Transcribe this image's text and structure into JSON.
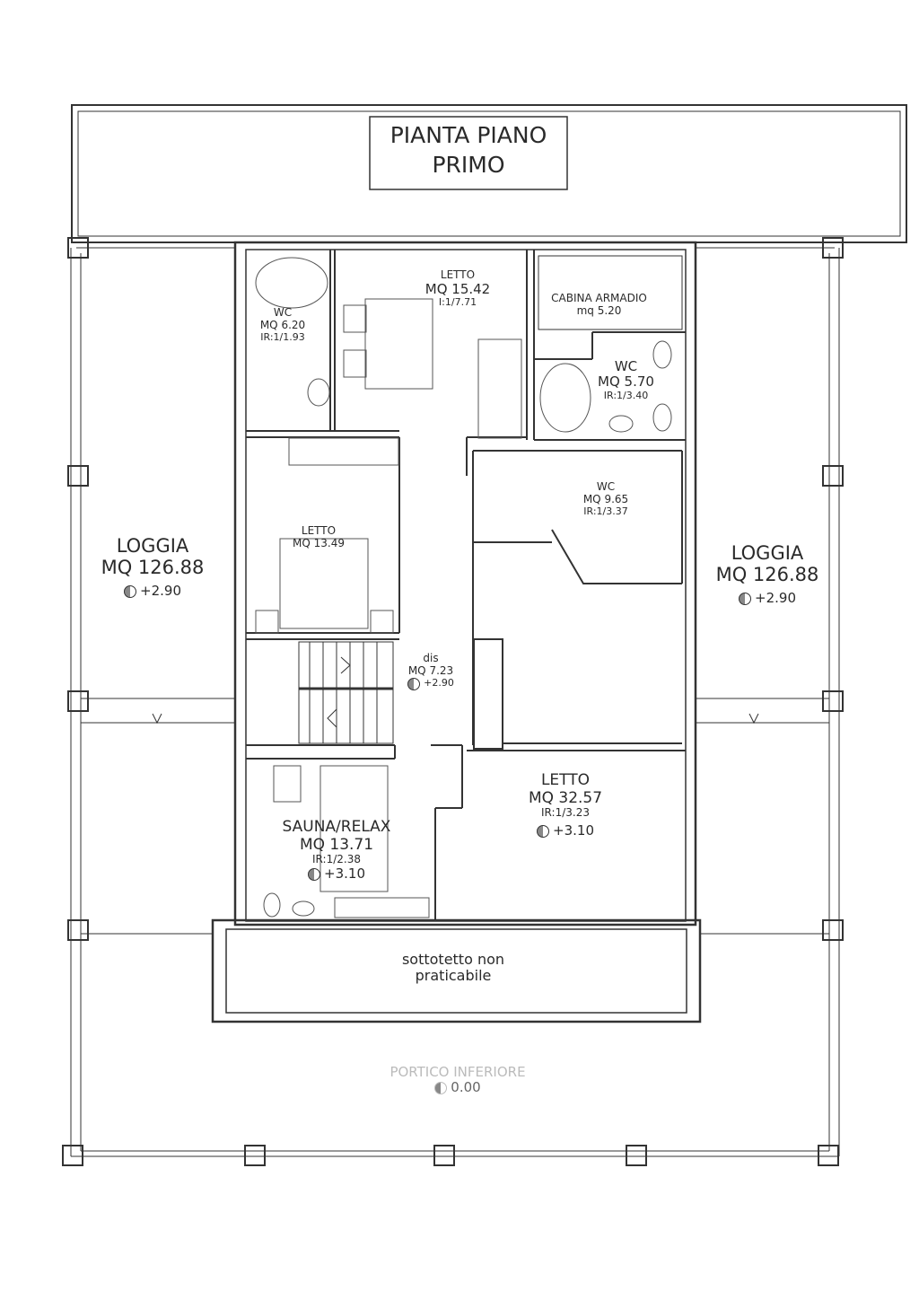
{
  "title": {
    "line1": "PIANTA PIANO",
    "line2": "PRIMO"
  },
  "rooms": [
    {
      "id": "wc1",
      "name": "WC",
      "area": "MQ 6.20",
      "ratio": "IR:1/1.93"
    },
    {
      "id": "letto1",
      "name": "LETTO",
      "area": "MQ 15.42",
      "ratio": "I:1/7.71"
    },
    {
      "id": "cabina",
      "name": "CABINA ARMADIO",
      "area": "mq 5.20"
    },
    {
      "id": "wc2",
      "name": "WC",
      "area": "MQ 5.70",
      "ratio": "IR:1/3.40"
    },
    {
      "id": "wc3",
      "name": "WC",
      "area": "MQ 9.65",
      "ratio": "IR:1/3.37"
    },
    {
      "id": "letto2",
      "name": "LETTO",
      "area": "MQ 13.49"
    },
    {
      "id": "dis",
      "name": "dis",
      "area": "MQ 7.23",
      "level": "+2.90"
    },
    {
      "id": "letto3",
      "name": "LETTO",
      "area": "MQ 32.57",
      "ratio": "IR:1/3.23",
      "level": "+3.10"
    },
    {
      "id": "sauna",
      "name": "SAUNA/RELAX",
      "area": "MQ 13.71",
      "ratio": "IR:1/2.38",
      "level": "+3.10"
    }
  ],
  "loggia_left": {
    "name": "LOGGIA",
    "area": "MQ 126.88",
    "level": "+2.90"
  },
  "loggia_right": {
    "name": "LOGGIA",
    "area": "MQ 126.88",
    "level": "+2.90"
  },
  "sottotetto": {
    "line1": "sottotetto non",
    "line2": "praticabile"
  },
  "portico": {
    "name": "PORTICO INFERIORE",
    "level": "0.00"
  }
}
